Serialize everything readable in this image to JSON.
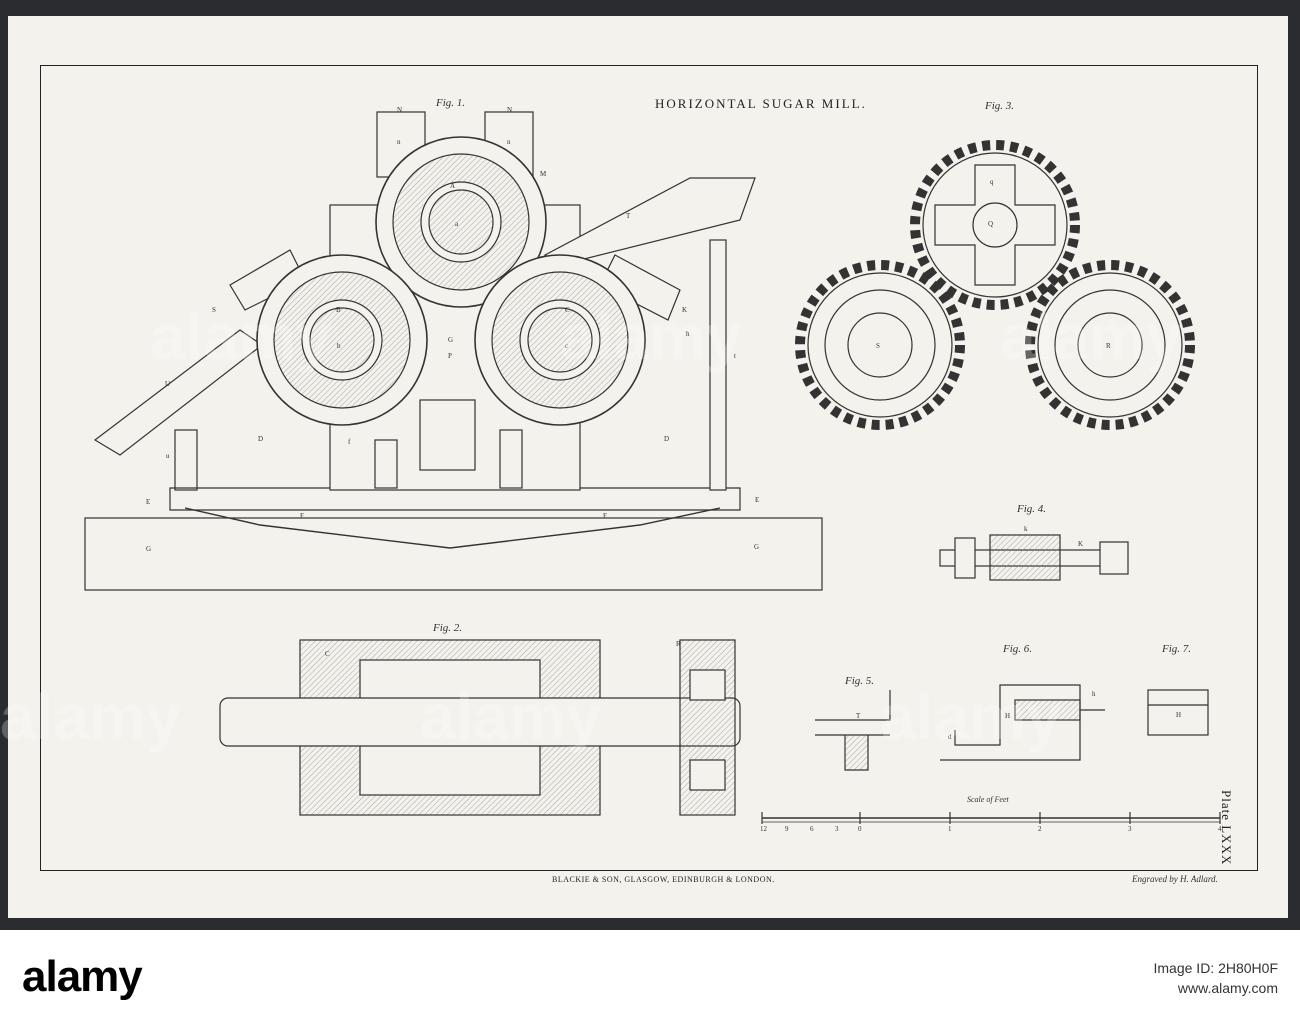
{
  "plate": {
    "title": "HORIZONTAL  SUGAR  MILL.",
    "plate_number": "Plate LXXX",
    "publisher": "BLACKIE & SON, GLASGOW, EDINBURGH & LONDON.",
    "engraver": "Engraved by H. Adlard.",
    "scale_caption": "Scale of Feet",
    "scale_ticks": [
      "12",
      "9",
      "6",
      "3",
      "0",
      "1",
      "2",
      "3",
      "4"
    ]
  },
  "figures": {
    "fig1": "Fig. 1.",
    "fig2": "Fig. 2.",
    "fig3": "Fig. 3.",
    "fig4": "Fig. 4.",
    "fig5": "Fig. 5.",
    "fig6": "Fig. 6.",
    "fig7": "Fig. 7."
  },
  "letters": {
    "N": "N",
    "n": "n",
    "A": "A",
    "a": "a",
    "M": "M",
    "T": "T",
    "S": "S",
    "B": "B",
    "b": "b",
    "C": "C",
    "c": "c",
    "K": "K",
    "h": "h",
    "G": "G",
    "P": "P",
    "t": "t",
    "U": "U",
    "D": "D",
    "u": "u",
    "f": "f",
    "E": "E",
    "F": "F",
    "q": "q",
    "Q": "Q",
    "R": "R",
    "k": "k",
    "H": "H",
    "d": "d"
  },
  "watermark": {
    "text": "alamy"
  },
  "footer": {
    "logo": "alamy",
    "image_id_label": "Image ID: 2H80H0F",
    "site": "www.alamy.com"
  }
}
